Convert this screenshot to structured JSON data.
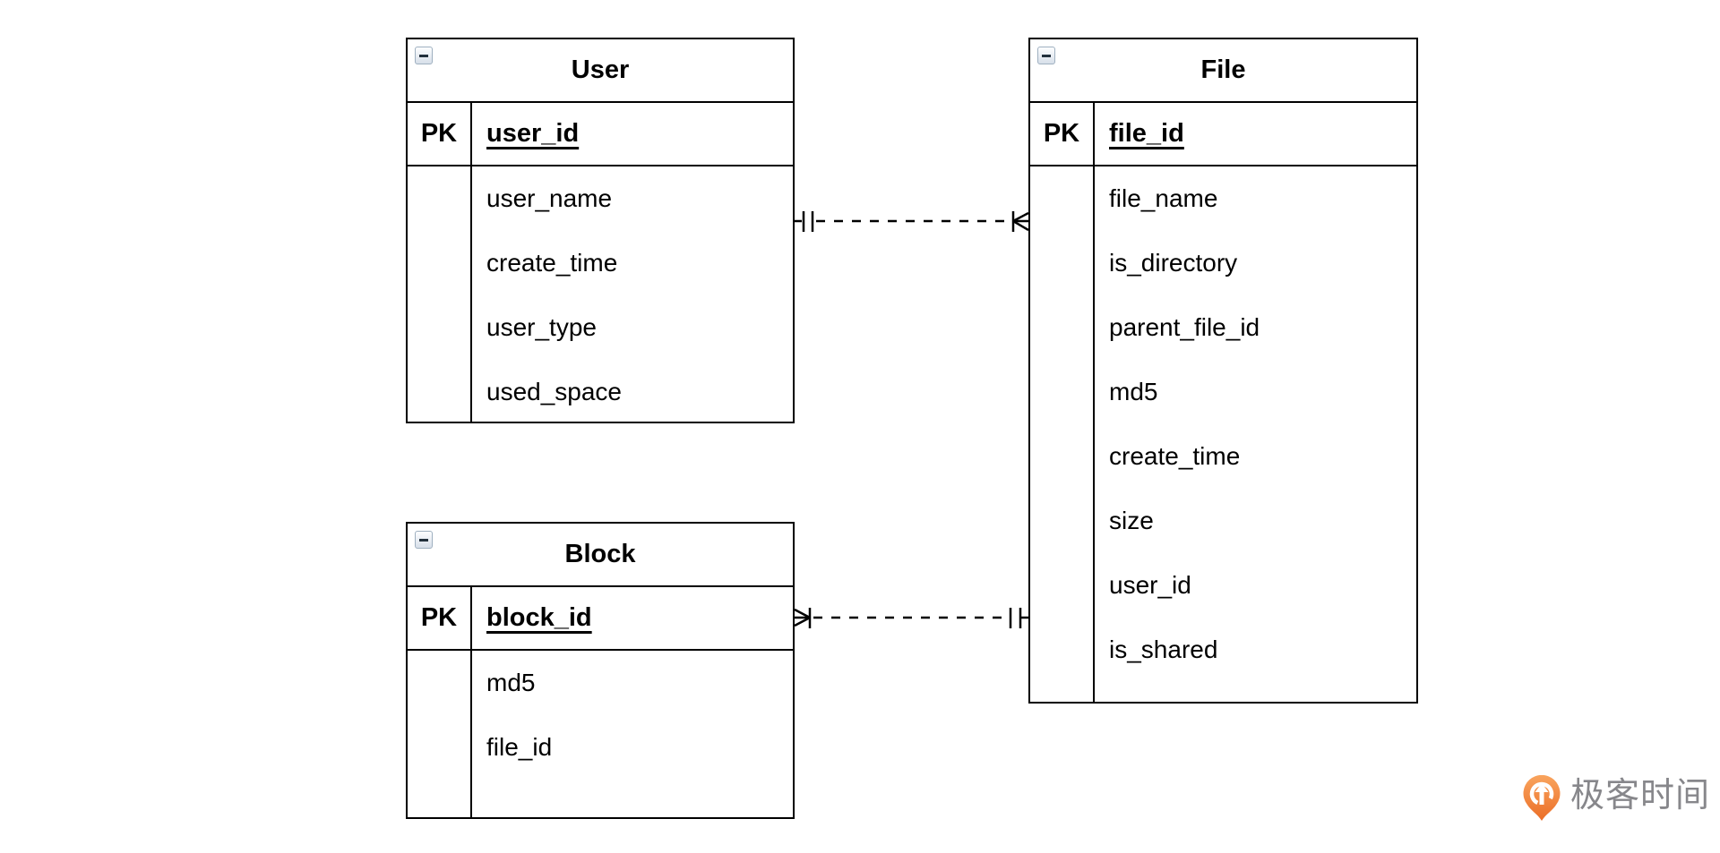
{
  "diagram": {
    "entities": [
      {
        "id": "user",
        "title": "User",
        "pk_label": "PK",
        "pk_field": "user_id",
        "fields": [
          "user_name",
          "create_time",
          "user_type",
          "used_space"
        ]
      },
      {
        "id": "file",
        "title": "File",
        "pk_label": "PK",
        "pk_field": "file_id",
        "fields": [
          "file_name",
          "is_directory",
          "parent_file_id",
          "md5",
          "create_time",
          "size",
          "user_id",
          "is_shared"
        ]
      },
      {
        "id": "block",
        "title": "Block",
        "pk_label": "PK",
        "pk_field": "block_id",
        "fields": [
          "md5",
          "file_id"
        ]
      }
    ],
    "relationships": [
      {
        "from": "User",
        "to": "File",
        "from_cardinality": "exactly-one",
        "to_cardinality": "many",
        "line_style": "dashed"
      },
      {
        "from": "Block",
        "to": "File",
        "from_cardinality": "many",
        "to_cardinality": "exactly-one",
        "line_style": "dashed"
      }
    ]
  },
  "branding": {
    "logo_text": "极客时间",
    "logo_icon": "geektime-pin-icon",
    "logo_orange": "#ee7a33",
    "text_color": "#87878b"
  },
  "colors": {
    "background": "#ffffff",
    "shape_border": "#000000",
    "text": "#000000"
  }
}
